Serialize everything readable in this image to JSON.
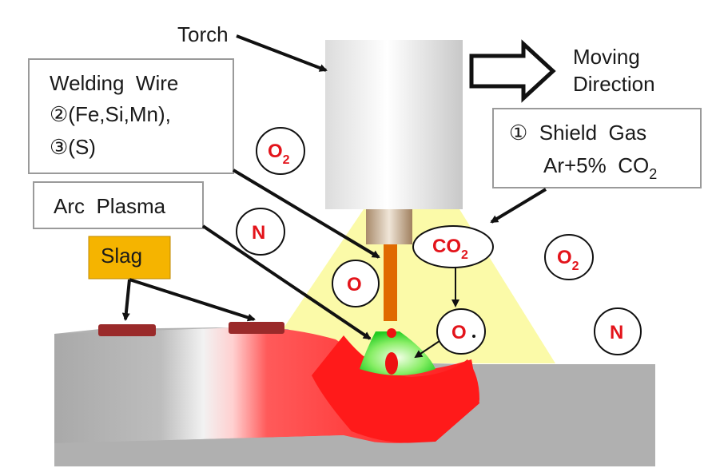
{
  "labels": {
    "torch": "Torch",
    "moving_1": "Moving",
    "moving_2": "Direction",
    "wire_1": "Welding  Wire",
    "wire_2": "②(Fe,Si,Mn),",
    "wire_3": "③(S)",
    "shield_1": "①  Shield  Gas",
    "shield_2a": "Ar+5%  CO",
    "shield_2b": "2",
    "arc": "Arc  Plasma",
    "slag": "Slag"
  },
  "species": {
    "o2_top_main": "O",
    "o2_top_sub": "2",
    "n_left": "N",
    "o_left": "O",
    "co2_main": "CO",
    "co2_sub": "2",
    "o2_right_main": "O",
    "o2_right_sub": "2",
    "o_dot": "O",
    "n_right": "N"
  },
  "colors": {
    "shield_gas": "#fbfaa8",
    "weld_pool": "#ff1a1a",
    "arc_plasma": "#22cc22",
    "wire": "#e06a00",
    "slag_box": "#f5b400",
    "slag_bead": "#9a2a2a",
    "workpiece": "#b0b0b0",
    "chem_text": "#e3141b"
  }
}
